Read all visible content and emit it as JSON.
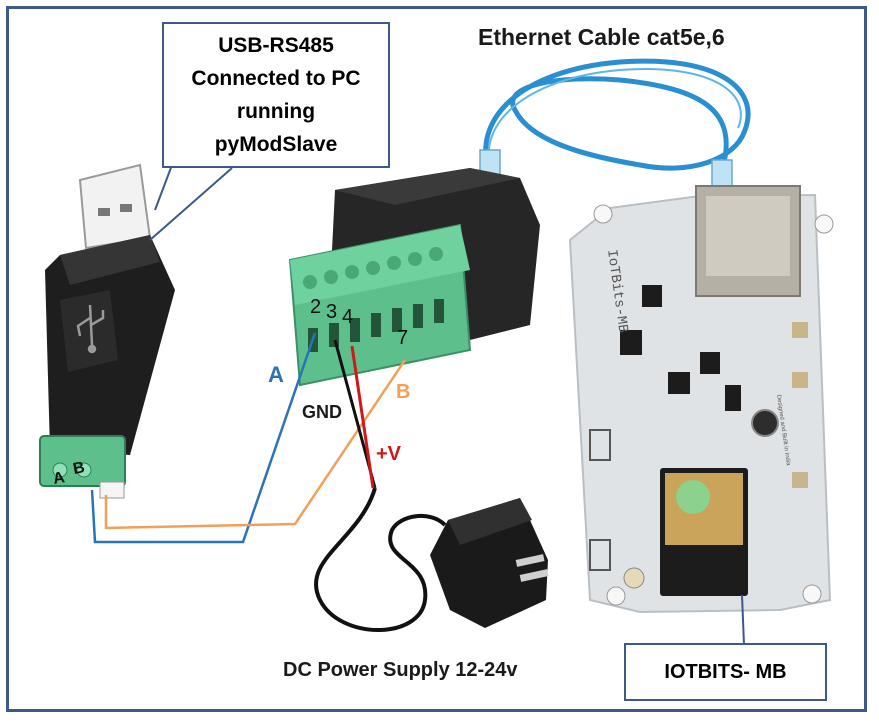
{
  "callouts": {
    "usb_rs485": [
      "USB-RS485",
      "Connected to PC",
      "running",
      "pyModSlave"
    ],
    "board": "IOTBITS- MB"
  },
  "labels": {
    "ethernet": "Ethernet Cable cat5e,6",
    "power": "DC Power Supply 12-24v",
    "wire_a": "A",
    "wire_b": "B",
    "gnd": "GND",
    "plus_v": "+V",
    "term_a": "A",
    "term_b": "B",
    "pin_2": "2",
    "pin_3": "3",
    "pin_4": "4",
    "pin_7": "7",
    "board_silk": "IoTBits-MB",
    "board_side": "Designed and Built in India"
  },
  "colors": {
    "frame": "#3b5a8a",
    "wire_a": "#2b73b8",
    "wire_b": "#f2a057",
    "wire_gnd": "#111111",
    "wire_plus": "#d01818",
    "terminal_green": "#5cbf8c",
    "board": "#dfe3e6",
    "ethernet_cable": "#2a8fd0"
  },
  "icons": [
    "usb-icon"
  ]
}
